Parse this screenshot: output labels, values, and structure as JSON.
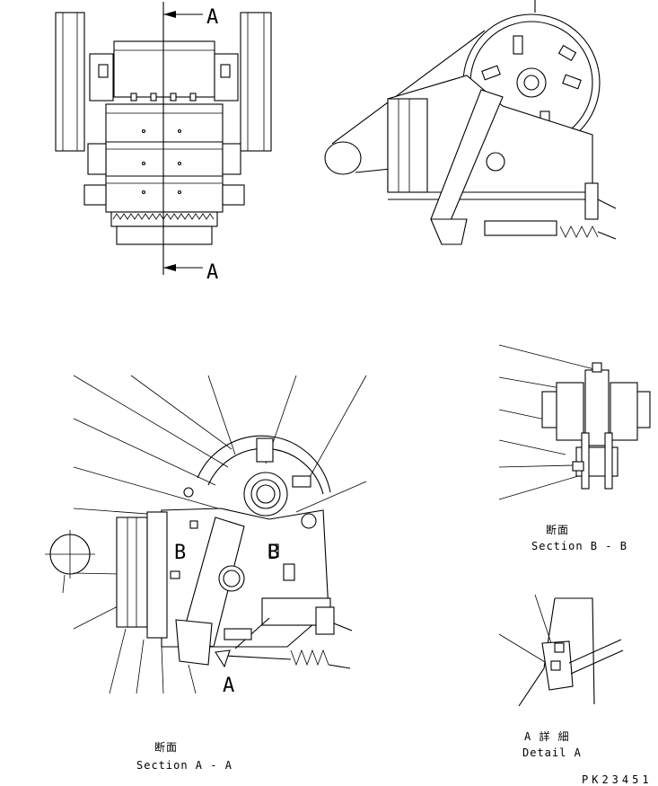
{
  "labels": {
    "section_mark_top": "A",
    "section_mark_bottom": "A",
    "section_b_left": "B",
    "section_b_right": "B",
    "detail_mark": "A",
    "section_aa_jp": "断面",
    "section_aa_en": "Section A - A",
    "section_bb_jp": "断面",
    "section_bb_en": "Section B - B",
    "detail_a_jp": "A 詳 細",
    "detail_a_en": "Detail A",
    "drawing_code": "PK23451"
  },
  "colors": {
    "line": "#000000",
    "background": "#ffffff"
  }
}
